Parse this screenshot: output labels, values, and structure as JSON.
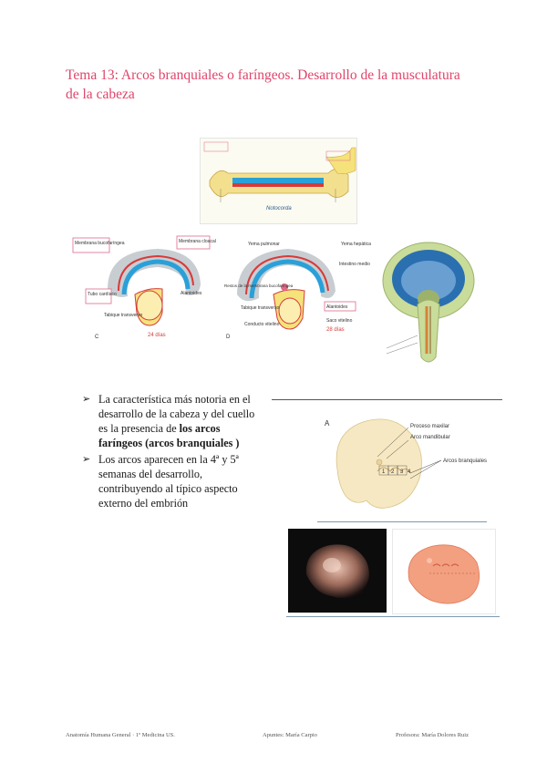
{
  "title": "Tema 13: Arcos branquiales o faríngeos. Desarrollo de la musculatura de la cabeza",
  "figures": {
    "top": {
      "label_center": "Notocorda"
    },
    "c": {
      "panel_letter": "C",
      "labels": [
        "Membrana bucofaríngea",
        "Membrana cloacal",
        "Tubo cardíaco",
        "Tabique transverso",
        "Alantoides"
      ],
      "days": "24 días"
    },
    "d": {
      "panel_letter": "D",
      "labels": [
        "Yema pulmonar",
        "Yema hepática",
        "Intestino medio",
        "Restos de la membrana bucofaríngea",
        "Tabique transverso",
        "Conducto vitelino",
        "Alantoides",
        "Saco vitelino"
      ],
      "days": "28 días"
    },
    "a": {
      "panel_letter": "A",
      "labels": [
        "Proceso maxilar",
        "Arco mandibular",
        "Arcos branquiales"
      ],
      "arch_numbers": [
        "1",
        "2",
        "3",
        "4"
      ]
    }
  },
  "bullets": [
    {
      "pre": "La característica más notoria en el desarrollo de la cabeza y del cuello es la presencia de ",
      "bold": "los arcos faríngeos (arcos branquiales )",
      "post": ""
    },
    {
      "pre": "Los arcos aparecen en la 4ª y 5ª semanas del desarrollo, contribuyendo al típico aspecto externo del embrión",
      "bold": "",
      "post": ""
    }
  ],
  "footer": {
    "left": "Anatomía Humana General  ·  1º Medicina US.",
    "center": "Apuntes: María Carpio",
    "right": "Profesora: María Dolores Ruiz"
  },
  "colors": {
    "title": "#e0446a",
    "ectoderm": "#2aa0d8",
    "mesoderm": "#d63a3a",
    "endoderm": "#f2d24a",
    "yolk": "#f6e27a"
  }
}
